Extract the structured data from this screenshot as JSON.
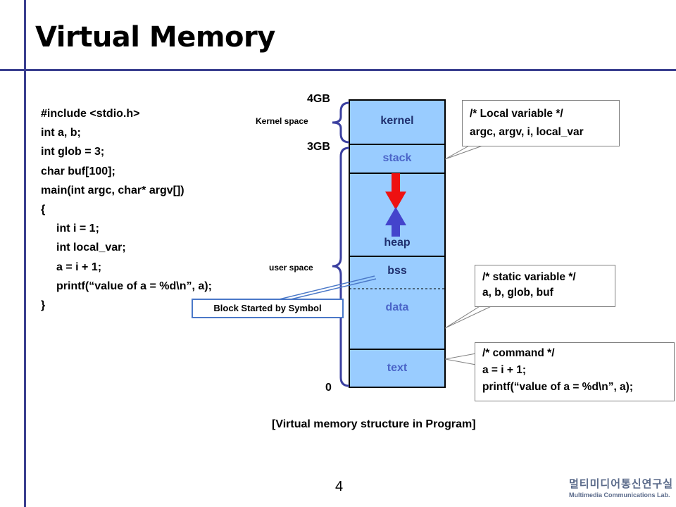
{
  "slide": {
    "title": "Virtual Memory",
    "page_number": "4",
    "caption": "[Virtual memory structure in Program]",
    "colors": {
      "accent": "#3a3f8f",
      "memory_fill": "#99ccff",
      "arrow_up": "#4444cc",
      "arrow_down": "#ee1111"
    }
  },
  "code": {
    "lines": [
      "#include <stdio.h>",
      "int a, b;",
      "int glob = 3;",
      "char buf[100];",
      "main(int argc, char* argv[])",
      "{",
      "int i = 1;",
      "int local_var;",
      "a = i + 1;",
      "printf(“value of a = %d\\n”, a);",
      "}"
    ]
  },
  "memory": {
    "addr_4gb": "4GB",
    "addr_3gb": "3GB",
    "addr_0": "0",
    "kernel_space_label": "Kernel space",
    "user_space_label": "user space",
    "segments": {
      "kernel": "kernel",
      "stack": "stack",
      "heap": "heap",
      "bss": "bss",
      "data": "data",
      "text": "text"
    },
    "bss_callout": "Block Started by Symbol"
  },
  "notes": {
    "local": {
      "line1": "/* Local variable */",
      "line2": "argc, argv, i, local_var"
    },
    "static": {
      "line1": "/* static variable */",
      "line2": "a, b, glob, buf"
    },
    "command": {
      "line1": "/* command */",
      "line2": "a = i + 1;",
      "line3": "printf(“value of a = %d\\n”, a);"
    }
  },
  "logo": {
    "korean": "멀티미디어통신연구실",
    "english": "Multimedia Communications Lab."
  }
}
